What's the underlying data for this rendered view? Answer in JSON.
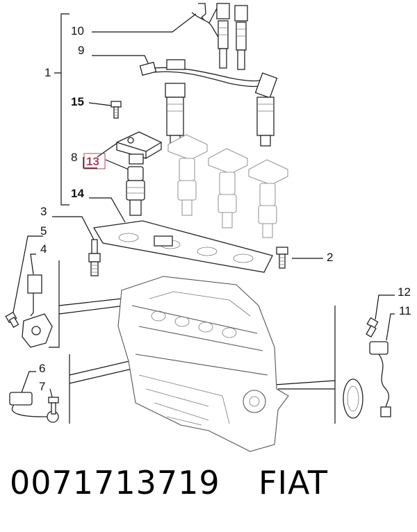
{
  "callouts": {
    "c1": "1",
    "c2": "2",
    "c3": "3",
    "c4": "4",
    "c5": "5",
    "c6": "6",
    "c7": "7",
    "c8": "8",
    "c9": "9",
    "c10": "10",
    "c11": "11",
    "c12": "12",
    "c13": "13",
    "c14": "14",
    "c15": "15"
  },
  "footer": {
    "part_number": "0071713719",
    "brand": "FIAT"
  },
  "colors": {
    "highlight": "#b0415b",
    "line": "#111111"
  }
}
